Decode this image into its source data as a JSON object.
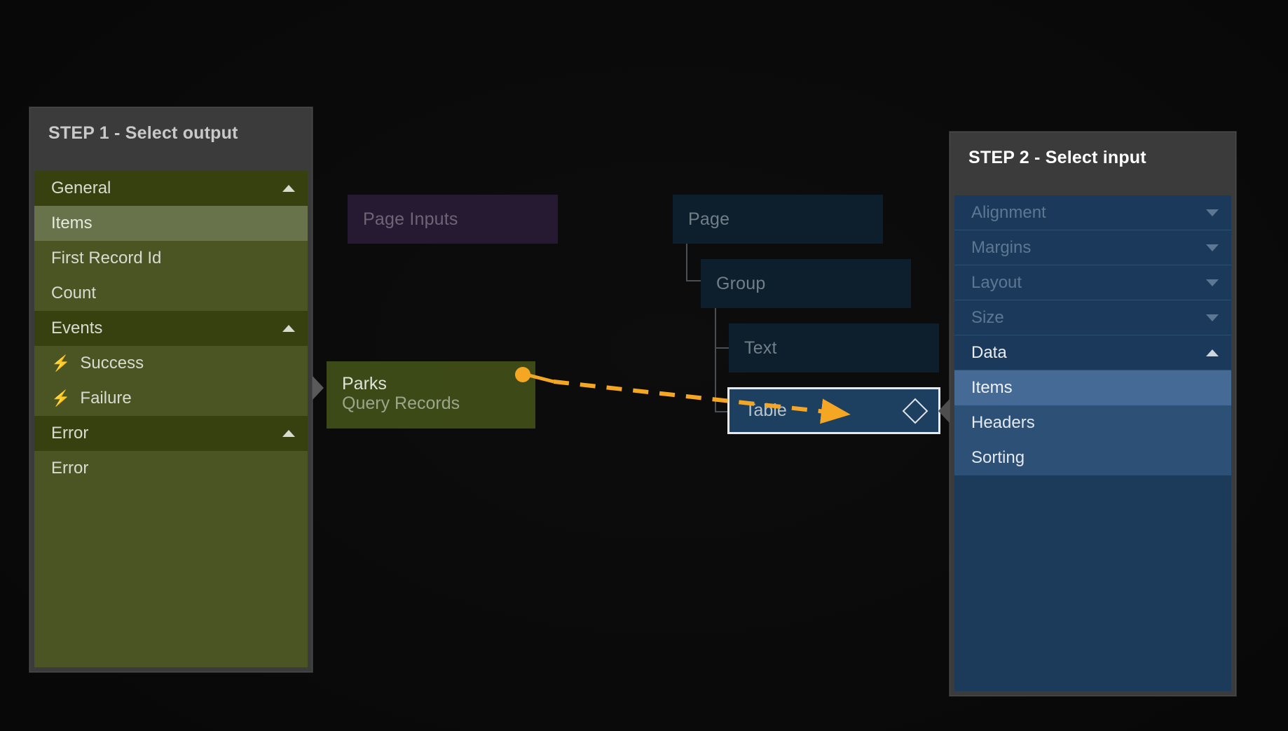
{
  "theme": {
    "background": "#0a0a0a",
    "accent_orange": "#f5a623",
    "panel_header_bg": "#3b3b3b",
    "left_panel_bg": "#4a5523",
    "right_panel_bg": "#1c3a5a",
    "selected_border": "#e8e9ea"
  },
  "left_panel": {
    "title": "STEP 1 - Select output",
    "rows": [
      {
        "label": "General",
        "kind": "group",
        "caret": "up",
        "icon": null
      },
      {
        "label": "Items",
        "kind": "selected",
        "caret": null,
        "icon": null
      },
      {
        "label": "First Record Id",
        "kind": "item",
        "caret": null,
        "icon": null
      },
      {
        "label": "Count",
        "kind": "item",
        "caret": null,
        "icon": null
      },
      {
        "label": "Events",
        "kind": "group",
        "caret": "up",
        "icon": null
      },
      {
        "label": "Success",
        "kind": "item",
        "caret": null,
        "icon": "lightning-icon"
      },
      {
        "label": "Failure",
        "kind": "item",
        "caret": null,
        "icon": "lightning-icon"
      },
      {
        "label": "Error",
        "kind": "group",
        "caret": "up",
        "icon": null
      },
      {
        "label": "Error",
        "kind": "item",
        "caret": null,
        "icon": null
      }
    ]
  },
  "right_panel": {
    "title": "STEP 2 - Select input",
    "rows": [
      {
        "label": "Alignment",
        "kind": "group-dim",
        "caret": "down"
      },
      {
        "label": "Margins",
        "kind": "group-dim",
        "caret": "down"
      },
      {
        "label": "Layout",
        "kind": "group-dim",
        "caret": "down"
      },
      {
        "label": "Size",
        "kind": "group-dim",
        "caret": "down"
      },
      {
        "label": "Data",
        "kind": "group",
        "caret": "up"
      },
      {
        "label": "Items",
        "kind": "selected",
        "caret": null
      },
      {
        "label": "Headers",
        "kind": "item",
        "caret": null
      },
      {
        "label": "Sorting",
        "kind": "item",
        "caret": null
      }
    ]
  },
  "nodes": {
    "page_inputs": {
      "label": "Page Inputs"
    },
    "page": {
      "label": "Page"
    },
    "group": {
      "label": "Group"
    },
    "text": {
      "label": "Text"
    },
    "table": {
      "label": "Table",
      "icon": "diamond-icon",
      "selected": true
    },
    "parks": {
      "title": "Parks",
      "subtitle": "Query Records"
    }
  },
  "connection": {
    "style": "dashed",
    "color": "#f5a623",
    "from": "parks-output-port",
    "to": "table-input-port",
    "arrow": "arrow-right-icon"
  }
}
